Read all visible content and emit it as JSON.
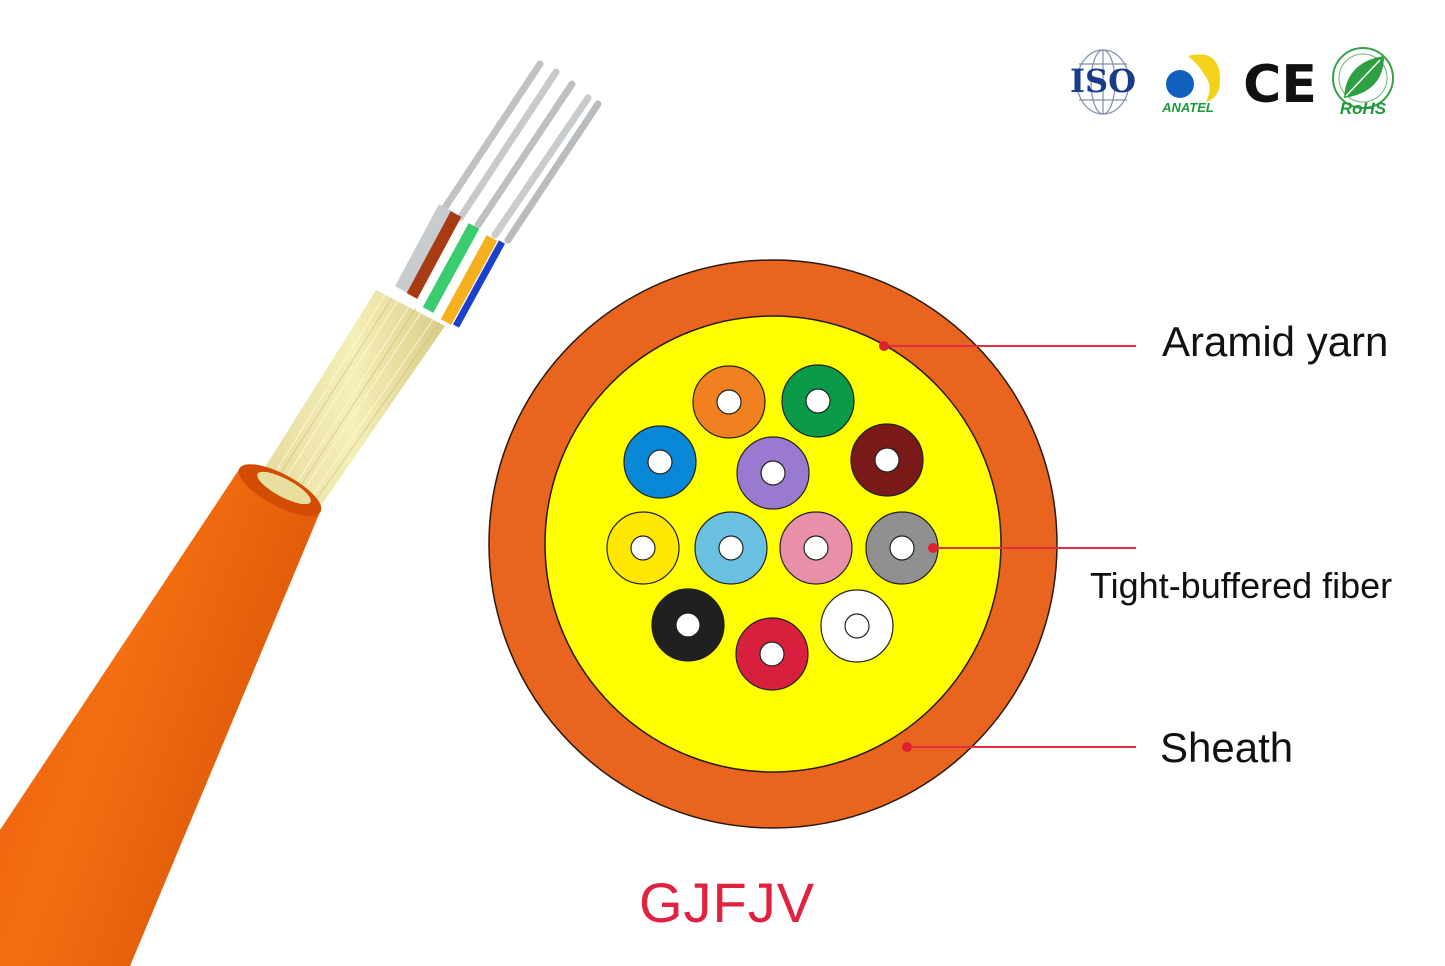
{
  "title": "GJFJV",
  "labels": {
    "aramid": "Aramid yarn",
    "fiber": "Tight-buffered fiber",
    "sheath": "Sheath"
  },
  "certifications": {
    "iso": "ISO",
    "anatel": "ANATEL",
    "ce": "CE",
    "rohs": "RoHS"
  },
  "colors": {
    "sheath": "#e8641f",
    "aramid": "#ffff00",
    "leader_line": "#e03040",
    "model_text": "#e0213f",
    "cable_jacket": "#f06a10"
  },
  "cross_section": {
    "fiber_count": 12,
    "fibers": [
      {
        "name": "orange",
        "color": "#f08020"
      },
      {
        "name": "green",
        "color": "#0a9a48"
      },
      {
        "name": "blue",
        "color": "#0a88d8"
      },
      {
        "name": "violet",
        "color": "#9a7ad0"
      },
      {
        "name": "brown",
        "color": "#7a1a18"
      },
      {
        "name": "yellow",
        "color": "#ffe800"
      },
      {
        "name": "aqua",
        "color": "#6ac0e0"
      },
      {
        "name": "rose",
        "color": "#e890a8"
      },
      {
        "name": "slate",
        "color": "#909090"
      },
      {
        "name": "black",
        "color": "#202020"
      },
      {
        "name": "red",
        "color": "#d8203e"
      },
      {
        "name": "white",
        "color": "#ffffff"
      }
    ]
  }
}
